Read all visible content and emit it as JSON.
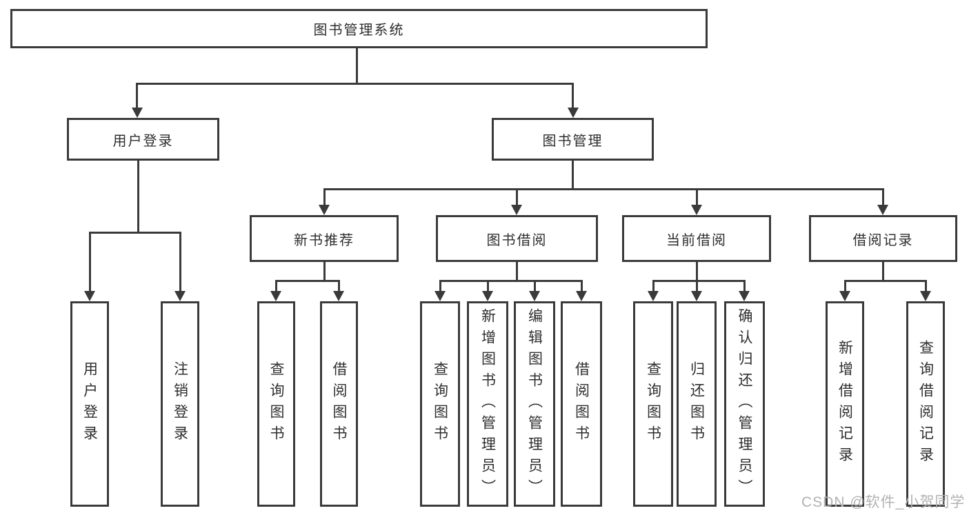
{
  "colors": {
    "line": "#3a3a3a",
    "node_border": "#3a3a3a",
    "node_background": "#ffffff",
    "text": "#2e2e2e",
    "watermark": "#b2b2b2",
    "page_background": "#ffffff"
  },
  "watermark": {
    "text": "CSDN @软件_小贺同学"
  },
  "tree": {
    "root": "图书管理系统",
    "level2": [
      {
        "label": "用户登录",
        "children": [
          {
            "label": "用户登录"
          },
          {
            "label": "注销登录"
          }
        ]
      },
      {
        "label": "图书管理",
        "children": [
          {
            "label": "新书推荐",
            "children": [
              {
                "label": "查询图书"
              },
              {
                "label": "借阅图书"
              }
            ]
          },
          {
            "label": "图书借阅",
            "children": [
              {
                "label": "查询图书"
              },
              {
                "label": "新增图书（管理员）"
              },
              {
                "label": "编辑图书（管理员）"
              },
              {
                "label": "借阅图书"
              }
            ]
          },
          {
            "label": "当前借阅",
            "children": [
              {
                "label": "查询图书"
              },
              {
                "label": "归还图书"
              },
              {
                "label": "确认归还（管理员）"
              }
            ]
          },
          {
            "label": "借阅记录",
            "children": [
              {
                "label": "新增借阅记录"
              },
              {
                "label": "查询借阅记录"
              }
            ]
          }
        ]
      }
    ]
  }
}
